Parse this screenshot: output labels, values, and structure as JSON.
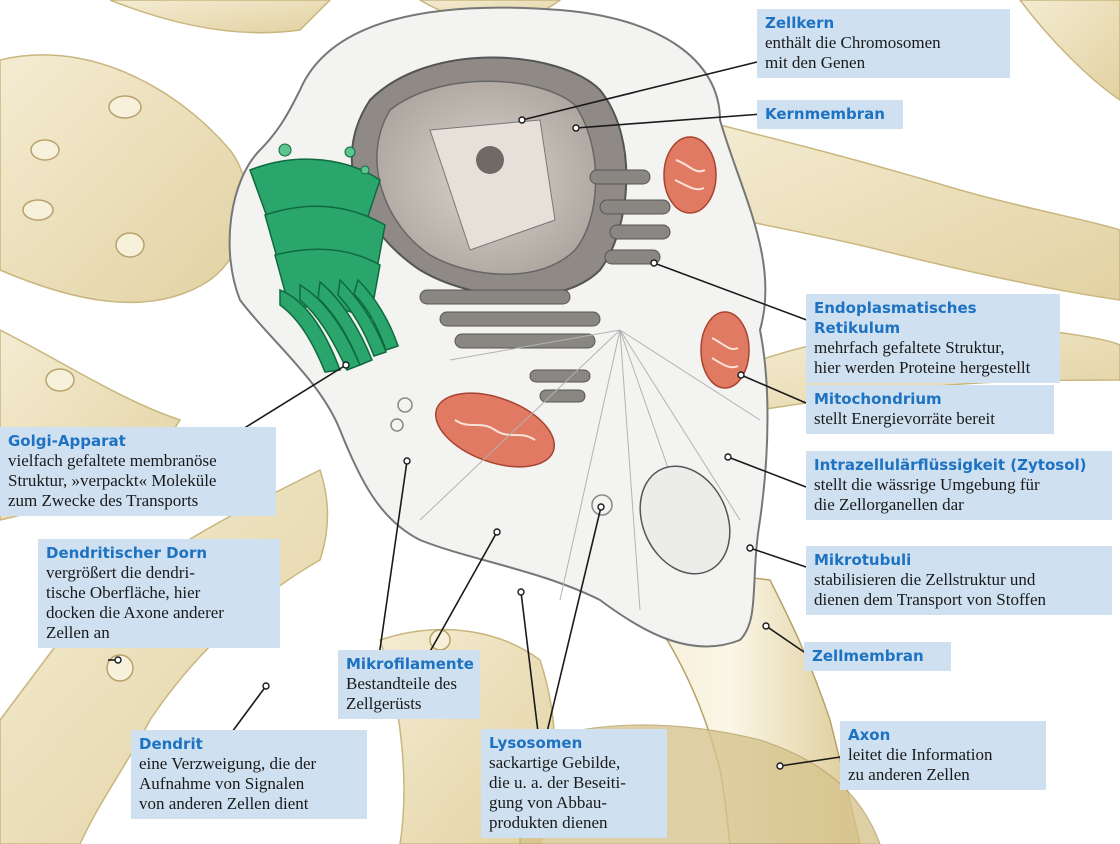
{
  "colors": {
    "label_bg": "#cfe0f1",
    "title": "#1d72c2",
    "golgi": "#22a366",
    "mitochondrion": "#e07a63",
    "neuron_tan": "#e9dcb3"
  },
  "labels": {
    "zellkern": {
      "title": "Zellkern",
      "lines": [
        "enthält die Chromosomen",
        "mit den Genen"
      ]
    },
    "kernmembran": {
      "title": "Kernmembran",
      "lines": []
    },
    "er": {
      "title": "Endoplasmatisches Retikulum",
      "lines": [
        "mehrfach gefaltete Struktur,",
        "hier werden Proteine hergestellt"
      ]
    },
    "mitochondrium": {
      "title": "Mitochondrium",
      "lines": [
        "stellt Energievorräte bereit"
      ]
    },
    "zytosol": {
      "title": "Intrazellulärflüssigkeit (Zytosol)",
      "lines": [
        "stellt die wässrige Umgebung für",
        "die Zellorganellen dar"
      ]
    },
    "mikrotubuli": {
      "title": "Mikrotubuli",
      "lines": [
        "stabilisieren die Zellstruktur und",
        "dienen dem Transport von Stoffen"
      ]
    },
    "zellmembran": {
      "title": "Zellmembran",
      "lines": []
    },
    "axon": {
      "title": "Axon",
      "lines": [
        "leitet die Information",
        "zu anderen Zellen"
      ]
    },
    "golgi": {
      "title": "Golgi-Apparat",
      "lines": [
        "vielfach gefaltete membranöse",
        "Struktur, »verpackt« Moleküle",
        "zum Zwecke des Transports"
      ]
    },
    "dorn": {
      "title": "Dendritischer Dorn",
      "lines": [
        "vergrößert die dendri-",
        "tische Oberfläche, hier",
        "docken die Axone anderer",
        "Zellen an"
      ]
    },
    "mikrofilamente": {
      "title": "Mikrofilamente",
      "lines": [
        "Bestandteile des",
        "Zellgerüsts"
      ]
    },
    "dendrit": {
      "title": "Dendrit",
      "lines": [
        "eine Verzweigung, die der",
        "Aufnahme von Signalen",
        "von anderen Zellen dient"
      ]
    },
    "lysosomen": {
      "title": "Lysosomen",
      "lines": [
        "sackartige Gebilde,",
        "die u. a. der Beseiti-",
        "gung von Abbau-",
        "produkten dienen"
      ]
    }
  }
}
